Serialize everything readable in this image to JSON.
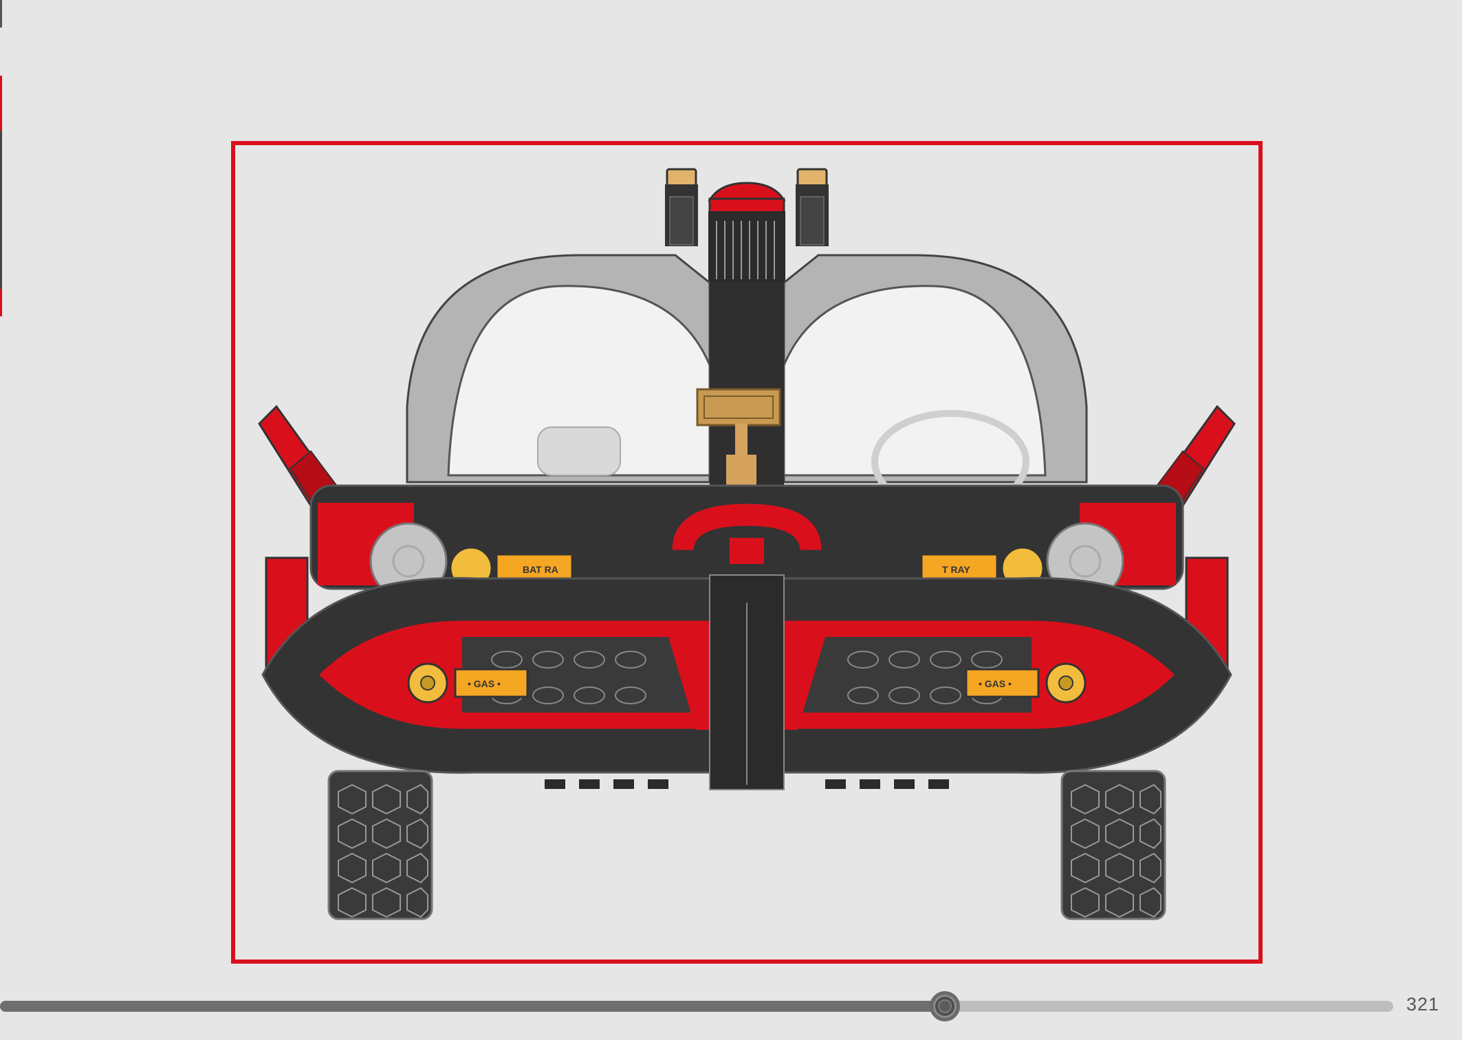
{
  "page": {
    "number": "321"
  },
  "progress": {
    "fraction": 0.678
  },
  "illustration": {
    "subject": "brick-built car, front view",
    "frame_color": "#d9101c",
    "labels": {
      "left_ray": "BAT RA",
      "right_ray": "T RAY",
      "left_gas": "• GAS •",
      "right_gas": "• GAS •"
    }
  },
  "colors": {
    "background": "#e6e6e6",
    "frame": "#d9101c",
    "red": "#d9101c",
    "dark": "#333333",
    "gray": "#9a9a9a",
    "gold": "#f2bd3c",
    "orange": "#f5a623",
    "tan": "#e2b36a"
  }
}
